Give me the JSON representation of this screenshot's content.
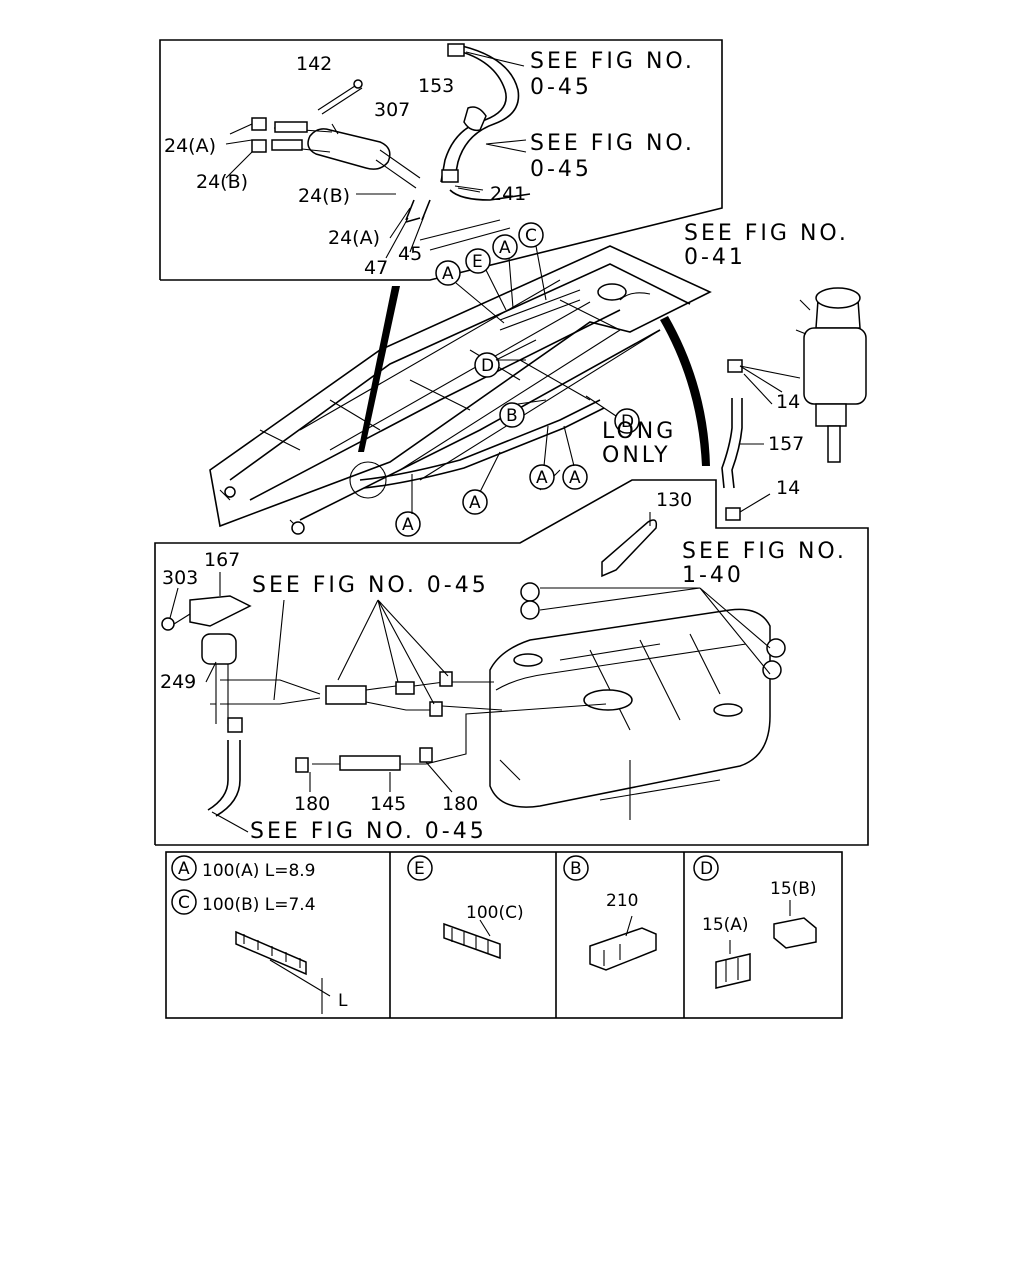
{
  "see_fig": {
    "top_1": [
      "SEE FIG NO.",
      "0-45"
    ],
    "top_2": [
      "SEE FIG NO.",
      "0-45"
    ],
    "right": [
      "SEE FIG NO.",
      "0-41"
    ],
    "tank_right": [
      "SEE FIG NO.",
      "1-40"
    ],
    "mid_left": "SEE FIG NO. 0-45",
    "bottom": "SEE FIG NO. 0-45"
  },
  "note_long": [
    "LONG",
    "ONLY"
  ],
  "callouts": {
    "top_box": [
      "142",
      "307",
      "153",
      "24(A)",
      "24(B)",
      "24(B)",
      "241",
      "24(A)",
      "45",
      "47"
    ],
    "right_side": [
      "14",
      "157",
      "14",
      "130"
    ],
    "tank_box": [
      "303",
      "167",
      "249",
      "180",
      "145",
      "180"
    ]
  },
  "circle_letters": {
    "frame": [
      "A",
      "E",
      "A",
      "C",
      "D",
      "D",
      "B",
      "A",
      "A",
      "A",
      "A"
    ]
  },
  "legend": [
    {
      "letter": "A",
      "text": "100(A) L=8.9"
    },
    {
      "letter": "C",
      "text": "100(B) L=7.4"
    },
    {
      "letter": "E",
      "part": "100(C)"
    },
    {
      "letter": "B",
      "part": "210"
    },
    {
      "letter": "D",
      "parts": [
        "15(B)",
        "15(A)"
      ]
    }
  ],
  "legend_dim": "L"
}
